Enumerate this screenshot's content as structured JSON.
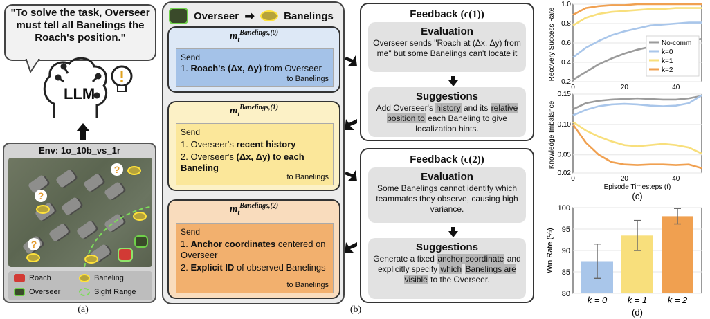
{
  "panel_a": {
    "quote": "\"To solve the task, Overseer must tell all Banelings the Roach's position.\"",
    "llm_label": "LLM",
    "env_label": "Env: 1o_10b_vs_1r",
    "legend": {
      "roach": "Roach",
      "baneling": "Baneling",
      "overseer": "Overseer",
      "sight": "Sight Range"
    },
    "caption": "(a)",
    "colors": {
      "baneling": "#ffe23a",
      "roach": "#d23a35",
      "overseer": "#4caf2e",
      "sight": "#7ddc5a"
    }
  },
  "panel_b": {
    "header_from": "Overseer",
    "header_to": "Banelings",
    "caption": "(b)",
    "messages": [
      {
        "title_base": "m",
        "title_sub": "t",
        "title_sup": "Banelings,(0)",
        "send": "Send",
        "line1_prefix": "1. ",
        "line1_bold": "Roach's (Δx, Δy)",
        "line1_rest": " from Overseer",
        "to": "to Banelings",
        "bg": "#dde8f6",
        "inner": "#a4c2e8"
      },
      {
        "title_base": "m",
        "title_sub": "t",
        "title_sup": "Banelings,(1)",
        "send": "Send",
        "line1_prefix": "1. Overseer's ",
        "line1_bold": "recent history",
        "line2_prefix": "2. Overseer's ",
        "line2_bold": "(Δx, Δy) to each Baneling",
        "to": "to Banelings",
        "bg": "#fcf1c6",
        "inner": "#fbe79a"
      },
      {
        "title_base": "m",
        "title_sub": "t",
        "title_sup": "Banelings,(2)",
        "send": "Send",
        "line1_prefix": "1. ",
        "line1_bold": "Anchor coordinates",
        "line1_rest": " centered on Overseer",
        "line2_prefix": "2. ",
        "line2_bold": "Explicit ID",
        "line2_rest": " of observed Banelings",
        "to": "to Banelings",
        "bg": "#f9dcbd",
        "inner": "#f2b06e"
      }
    ]
  },
  "feedback": [
    {
      "title": "Feedback",
      "symbol": "(c(1))",
      "eval_title": "Evaluation",
      "eval_text": "Overseer sends \"Roach at (Δx, Δy) from me\" but some Banelings can't locate it",
      "sugg_title": "Suggestions",
      "sugg_a": "Add Overseer's ",
      "sugg_hl1": "history",
      "sugg_b": " and its ",
      "sugg_hl2": "relative position to",
      "sugg_c": " each Baneling to give localization hints."
    },
    {
      "title": "Feedback",
      "symbol": "(c(2))",
      "eval_title": "Evaluation",
      "eval_text": "Some Banelings cannot identify which teammates they observe, causing high variance.",
      "sugg_title": "Suggestions",
      "sugg_a": "Generate a fixed ",
      "sugg_hl1": "anchor coordinate",
      "sugg_b": " and explicitly specify ",
      "sugg_hl2": "which",
      "sugg_hl3": "Banelings are visible",
      "sugg_c": " to the Overseer."
    }
  ],
  "chart_data": [
    {
      "type": "line",
      "ylabel": "Recovery Success Rate",
      "xlim": [
        0,
        50
      ],
      "ylim": [
        0.2,
        1.0
      ],
      "yticks": [
        "0.2",
        "0.4",
        "0.6",
        "0.8",
        "1.0"
      ],
      "xticks": [
        "0",
        "20",
        "40"
      ],
      "legend_position": "center-right",
      "x": [
        0,
        5,
        10,
        15,
        20,
        25,
        30,
        35,
        40,
        45,
        50
      ],
      "series": [
        {
          "name": "No-comm",
          "color": "#9b9b9b",
          "values": [
            0.22,
            0.3,
            0.38,
            0.44,
            0.49,
            0.53,
            0.56,
            0.59,
            0.61,
            0.63,
            0.64
          ]
        },
        {
          "name": "k=0",
          "color": "#a9c6ea",
          "values": [
            0.45,
            0.55,
            0.62,
            0.68,
            0.72,
            0.75,
            0.78,
            0.79,
            0.8,
            0.81,
            0.81
          ]
        },
        {
          "name": "k=1",
          "color": "#f8df7c",
          "values": [
            0.78,
            0.86,
            0.9,
            0.92,
            0.93,
            0.94,
            0.95,
            0.95,
            0.96,
            0.96,
            0.96
          ]
        },
        {
          "name": "k=2",
          "color": "#f0a050",
          "values": [
            0.89,
            0.96,
            0.98,
            0.99,
            0.99,
            1.0,
            1.0,
            1.0,
            1.0,
            1.0,
            1.0
          ]
        }
      ]
    },
    {
      "type": "line",
      "ylabel": "Knowledge Imbalance",
      "xlabel": "Episode Timesteps (t)",
      "xlim": [
        0,
        50
      ],
      "ylim": [
        0.02,
        0.15
      ],
      "yticks": [
        "0.02",
        "0.05",
        "0.10",
        "0.15"
      ],
      "xticks": [
        "0",
        "20",
        "40"
      ],
      "caption": "(c)",
      "x": [
        0,
        5,
        10,
        15,
        20,
        25,
        30,
        35,
        40,
        45,
        50
      ],
      "series": [
        {
          "name": "No-comm",
          "color": "#9b9b9b",
          "values": [
            0.125,
            0.135,
            0.139,
            0.141,
            0.142,
            0.143,
            0.142,
            0.141,
            0.141,
            0.143,
            0.147
          ]
        },
        {
          "name": "k=0",
          "color": "#a9c6ea",
          "values": [
            0.115,
            0.124,
            0.13,
            0.133,
            0.134,
            0.133,
            0.131,
            0.13,
            0.131,
            0.135,
            0.148
          ]
        },
        {
          "name": "k=1",
          "color": "#f8df7c",
          "values": [
            0.104,
            0.09,
            0.08,
            0.072,
            0.066,
            0.064,
            0.066,
            0.068,
            0.066,
            0.062,
            0.052
          ]
        },
        {
          "name": "k=2",
          "color": "#f0a050",
          "values": [
            0.1,
            0.07,
            0.05,
            0.038,
            0.034,
            0.033,
            0.034,
            0.034,
            0.033,
            0.034,
            0.028
          ]
        }
      ]
    },
    {
      "type": "bar",
      "ylabel": "Win Rate (%)",
      "ylim": [
        80,
        100
      ],
      "yticks": [
        "80",
        "85",
        "90",
        "95",
        "100"
      ],
      "categories": [
        "k = 0",
        "k = 1",
        "k = 2"
      ],
      "values": [
        87.5,
        93.5,
        98.0
      ],
      "errors": [
        4.0,
        3.5,
        1.8
      ],
      "colors": [
        "#a9c6ea",
        "#f8df7c",
        "#f0a050"
      ],
      "caption": "(d)"
    }
  ]
}
